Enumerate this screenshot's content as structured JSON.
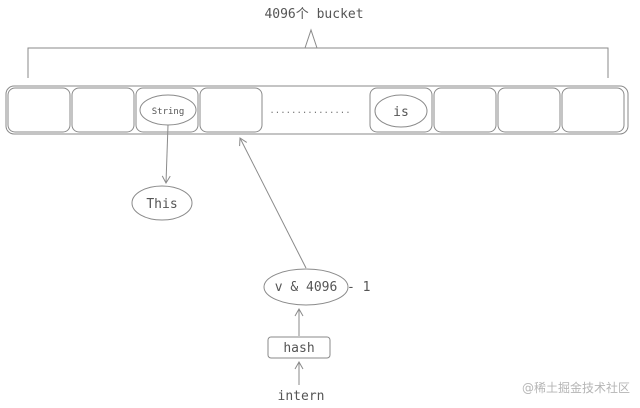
{
  "diagram": {
    "title": "4096个 bucket",
    "buckets": [
      "",
      "",
      "String",
      "",
      "",
      "is",
      "",
      "",
      ""
    ],
    "ellipsis": "...............",
    "nodes": {
      "this_label": "This",
      "index_expr": "v & 4096",
      "index_suffix": "- 1",
      "hash_label": "hash",
      "intern_label": "intern"
    },
    "watermark": "@稀土掘金技术社区"
  },
  "colors": {
    "stroke": "#8a8a8a",
    "text": "#555555",
    "watermark": "#b5b5b5"
  }
}
